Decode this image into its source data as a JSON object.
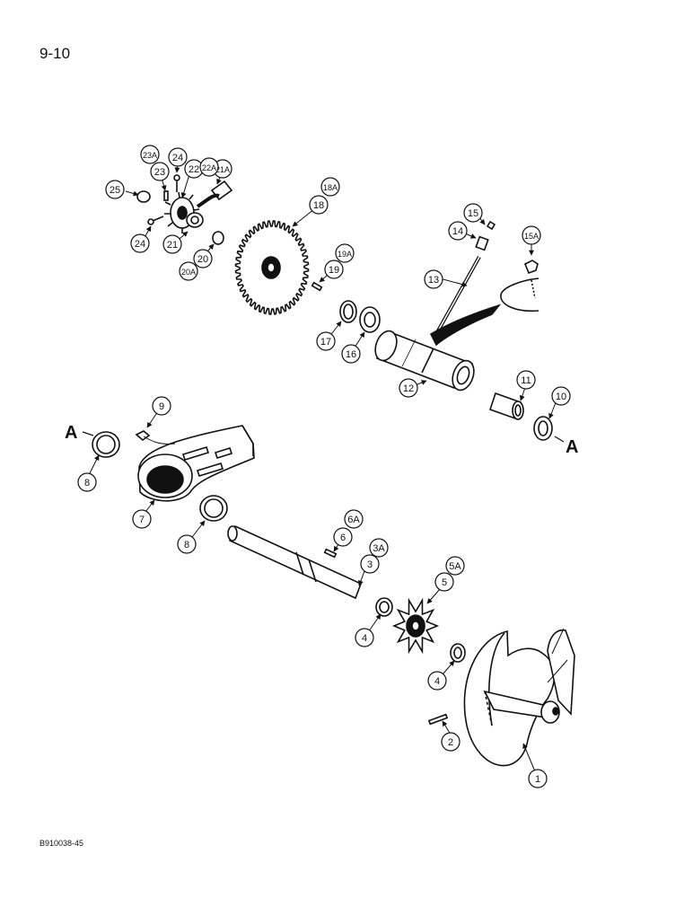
{
  "page": {
    "number": "9-10",
    "figure_code": "B910038-45"
  },
  "ref_letter": "A",
  "callouts": [
    "1",
    "2",
    "3",
    "3A",
    "4",
    "4",
    "5",
    "5A",
    "6",
    "6A",
    "7",
    "8",
    "8",
    "9",
    "10",
    "11",
    "12",
    "13",
    "14",
    "15",
    "15A",
    "16",
    "17",
    "18",
    "18A",
    "19",
    "19A",
    "20",
    "20A",
    "21",
    "21A",
    "22",
    "22A",
    "23",
    "23A",
    "24",
    "24",
    "25"
  ]
}
